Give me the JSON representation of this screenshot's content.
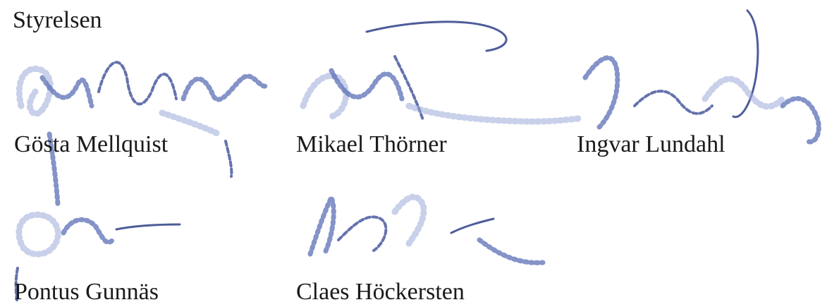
{
  "board": {
    "heading": "Styrelsen",
    "signers": [
      {
        "name": "Gösta Mellquist"
      },
      {
        "name": "Mikael Thörner"
      },
      {
        "name": "Ingvar Lundahl"
      },
      {
        "name": "Pontus Gunnäs"
      },
      {
        "name": "Claes Höckersten"
      }
    ]
  },
  "ink_color": "#4a5ba8"
}
